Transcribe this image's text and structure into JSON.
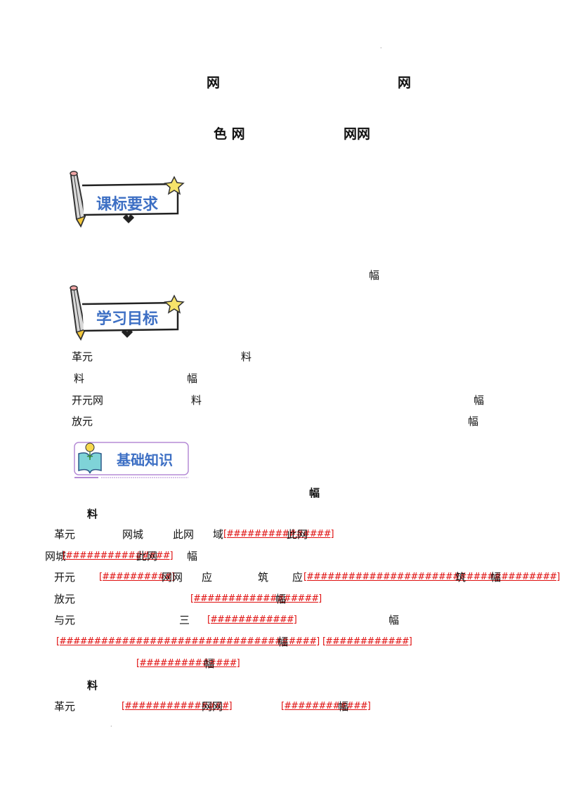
{
  "header": {
    "dot": "·",
    "title_left": "网",
    "title_right": "网",
    "subtitle_left": "色 网",
    "subtitle_right": "网网"
  },
  "sections": {
    "curriculum": {
      "label": "课标要求",
      "tail": "幅"
    },
    "goals": {
      "label": "学习目标",
      "lines": [
        {
          "a": "革元",
          "b": "料"
        },
        {
          "a": "料",
          "b": "幅"
        },
        {
          "a": "开元网",
          "b": "料",
          "c": "幅"
        },
        {
          "a": "放元",
          "b": "幅"
        }
      ]
    },
    "basics": {
      "label": "基础知识",
      "head_mark": "幅",
      "sub1": "料",
      "sub2": "料"
    }
  },
  "body": {
    "r1": {
      "a": "革元",
      "b": "网城",
      "c": "此网",
      "d": "域",
      "blank": "[###############]",
      "e": "此网"
    },
    "r2": {
      "a": "网城",
      "blank": "[###############]",
      "b": "此网",
      "c": "幅"
    },
    "r3": {
      "a": "开元",
      "blank1": "[##########]",
      "b": "网网",
      "c": "应",
      "d": "筑",
      "e": "应",
      "blank2": "[####################################]",
      "f": "筑",
      "g": "幅"
    },
    "r4": {
      "a": "放元",
      "blank": "[##################]",
      "b": "幅"
    },
    "r5": {
      "a": "与元",
      "b": "三",
      "blank": "[############]",
      "c": "幅"
    },
    "r6": {
      "blank1": "[#####################################]",
      "a": "幅",
      "blank2": "[############]"
    },
    "r7": {
      "blank": "[##############]",
      "a": "幅"
    },
    "r8": {
      "a": "革元",
      "blank1": "[###############]",
      "b": "网网",
      "blank2": "[############]",
      "c": "幅"
    },
    "bottom_dot": "·"
  }
}
